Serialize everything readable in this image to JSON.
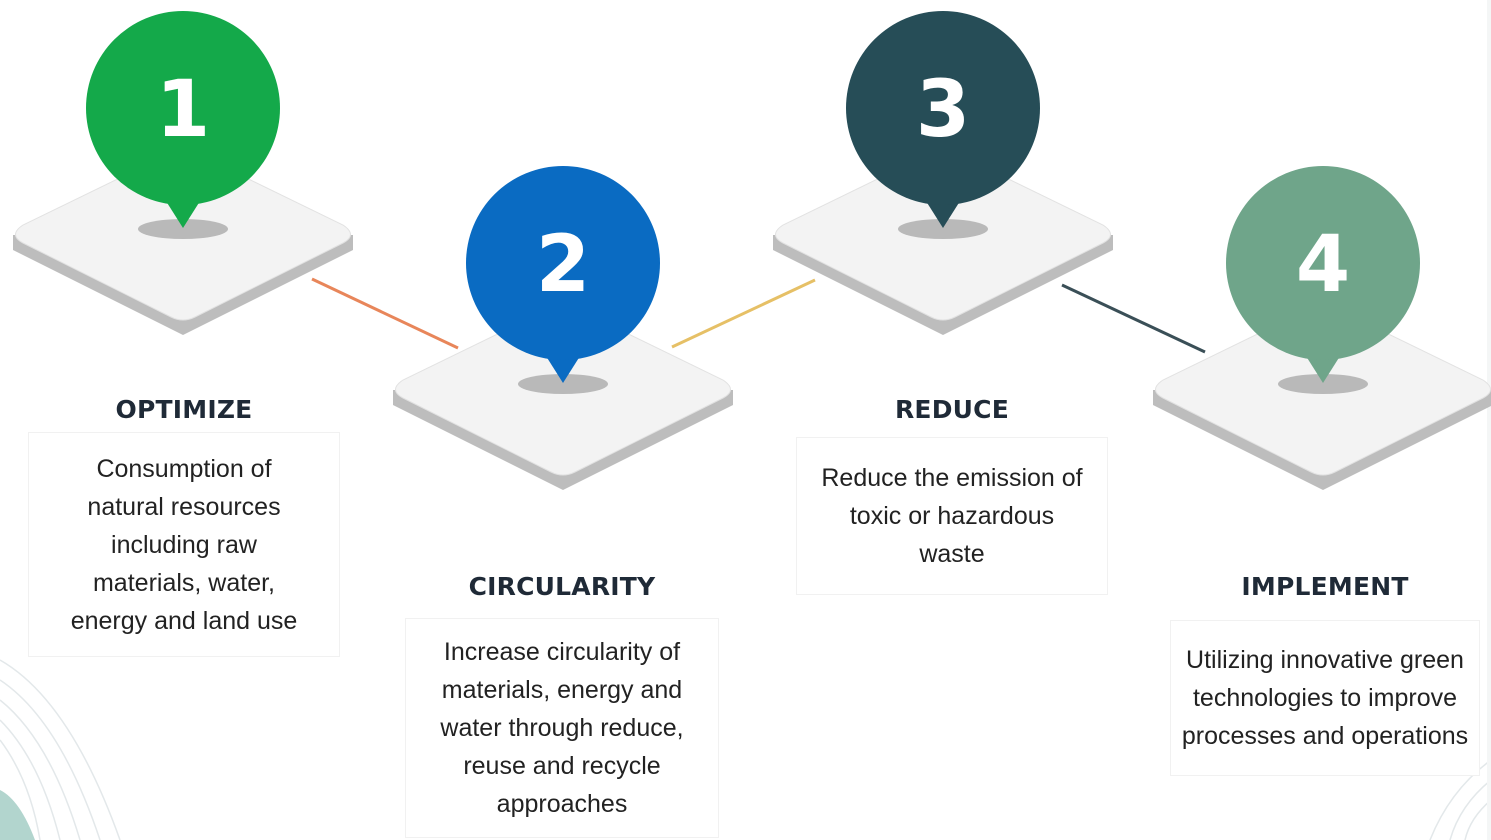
{
  "colors": {
    "step1": "#14a94a",
    "step2": "#0a6bc2",
    "step3": "#264d57",
    "step4": "#6fa58a",
    "connector1": "#e8865a",
    "connector2": "#e6c066",
    "connector3": "#3a4f57",
    "platform_top": "#f3f3f3",
    "platform_side": "#bdbdbd"
  },
  "steps": [
    {
      "number": "1",
      "title": "OPTIMIZE",
      "description": "Consumption of natural resources including raw materials, water, energy and land use",
      "icon": "map-pin-icon"
    },
    {
      "number": "2",
      "title": "CIRCULARITY",
      "description": "Increase circularity of materials, energy and water through reduce, reuse and recycle approaches",
      "icon": "map-pin-icon"
    },
    {
      "number": "3",
      "title": "REDUCE",
      "description": "Reduce the emission of toxic or hazardous waste",
      "icon": "map-pin-icon"
    },
    {
      "number": "4",
      "title": "IMPLEMENT",
      "description": "Utilizing innovative green technologies to improve processes and operations",
      "icon": "map-pin-icon"
    }
  ]
}
